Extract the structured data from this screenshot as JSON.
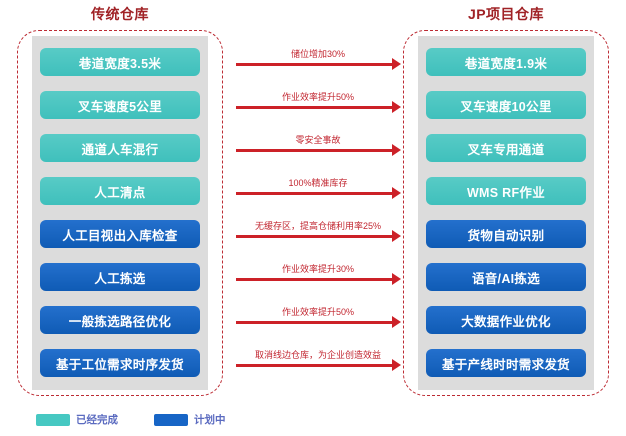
{
  "columns": {
    "left": {
      "title": "传统仓库",
      "items": [
        {
          "label": "巷道宽度3.5米",
          "status": "done"
        },
        {
          "label": "叉车速度5公里",
          "status": "done"
        },
        {
          "label": "通道人车混行",
          "status": "done"
        },
        {
          "label": "人工清点",
          "status": "done"
        },
        {
          "label": "人工目视出入库检查",
          "status": "plan"
        },
        {
          "label": "人工拣选",
          "status": "plan"
        },
        {
          "label": "一般拣选路径优化",
          "status": "plan"
        },
        {
          "label": "基于工位需求时序发货",
          "status": "plan"
        }
      ]
    },
    "right": {
      "title": "JP项目仓库",
      "items": [
        {
          "label": "巷道宽度1.9米",
          "status": "done"
        },
        {
          "label": "叉车速度10公里",
          "status": "done"
        },
        {
          "label": "叉车专用通道",
          "status": "done"
        },
        {
          "label": "WMS RF作业",
          "status": "done"
        },
        {
          "label": "货物自动识别",
          "status": "plan"
        },
        {
          "label": "语音/AI拣选",
          "status": "plan"
        },
        {
          "label": "大数据作业优化",
          "status": "plan"
        },
        {
          "label": "基于产线时时需求发货",
          "status": "plan"
        }
      ]
    }
  },
  "arrows": [
    {
      "label": "储位增加30%"
    },
    {
      "label": "作业效率提升50%"
    },
    {
      "label": "零安全事故"
    },
    {
      "label": "100%精准库存"
    },
    {
      "label": "无缓存区，提高仓储利用率25%"
    },
    {
      "label": "作业效率提升30%"
    },
    {
      "label": "作业效率提升50%"
    },
    {
      "label": "取消线边仓库，为企业创造效益"
    }
  ],
  "legend": [
    {
      "label": "已经完成",
      "status": "done",
      "color": "#46C8C2"
    },
    {
      "label": "计划中",
      "status": "plan",
      "color": "#1765C6"
    }
  ],
  "colors": {
    "title": "#A02226",
    "arrow": "#CC2128",
    "panel_border": "#BC2B33",
    "panel_fill": "#DCDCDC",
    "done": "#46C8C2",
    "plan": "#1765C6",
    "legend_text": "#5B6BC0"
  }
}
